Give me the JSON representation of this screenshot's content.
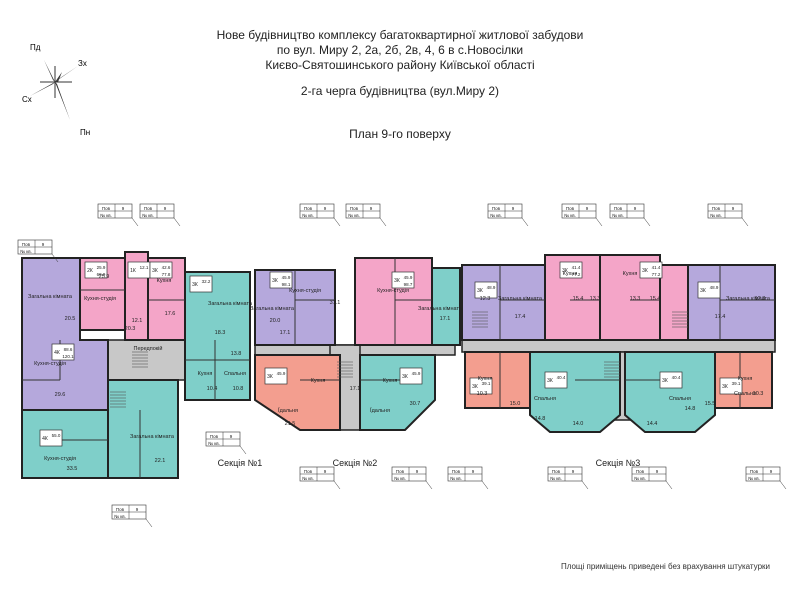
{
  "header": {
    "lines": [
      "Нове будівництво комплексу багатоквартирної житлової забудови",
      "по вул. Миру 2, 2а, 2б, 2в, 4, 6 в с.Новосілки",
      "Києво-Святошинського району Київської області"
    ],
    "subtitle": "2-га черга будівництва (вул.Миру 2)",
    "plan_title": "План 9-го поверху"
  },
  "compass": {
    "n": "Пд",
    "e": "Зх",
    "w": "Сх",
    "s": "Пн"
  },
  "footer_note": "Площі приміщень приведені без врахування штукатурки",
  "sections": [
    "Секція №1",
    "Секція №2",
    "Секція №3"
  ],
  "callout": {
    "floor_label": "Пов",
    "apt_label": "№ кв.",
    "floor": "9"
  },
  "colors": {
    "pink": "#f4a5c8",
    "purple": "#b5a8dc",
    "teal": "#7fcfc9",
    "coral": "#f39e8f",
    "core": "#c8c8c8",
    "wall": "#222222"
  },
  "apartments": [
    {
      "id": "a1",
      "color": "pink",
      "rooms": "2К",
      "area": "69.9",
      "living": "25.9"
    },
    {
      "id": "a2",
      "color": "pink",
      "rooms": "1К",
      "area": "",
      "living": "12.1"
    },
    {
      "id": "a3",
      "color": "pink",
      "rooms": "3К",
      "area": "77.8",
      "living": "42.6"
    },
    {
      "id": "a4",
      "color": "teal",
      "rooms": "3К",
      "area": "",
      "living": "32.2"
    },
    {
      "id": "a5",
      "color": "purple",
      "rooms": "4К",
      "area": "120.1",
      "living": "88.6"
    },
    {
      "id": "a6",
      "color": "teal",
      "rooms": "4К",
      "area": "",
      "living": "55.0"
    },
    {
      "id": "a7",
      "color": "purple",
      "rooms": "3К",
      "area": "98.1",
      "living": "45.9"
    },
    {
      "id": "a8",
      "color": "pink",
      "rooms": "3К",
      "area": "98.7",
      "living": "45.9"
    },
    {
      "id": "a9",
      "color": "coral",
      "rooms": "3К",
      "area": "",
      "living": "45.9"
    },
    {
      "id": "a10",
      "color": "teal",
      "rooms": "3К",
      "area": "",
      "living": "45.9"
    },
    {
      "id": "a11",
      "color": "purple",
      "rooms": "3К",
      "area": "",
      "living": "48.9"
    },
    {
      "id": "a12",
      "color": "pink",
      "rooms": "3К",
      "area": "77.2",
      "living": "41.4"
    },
    {
      "id": "a13",
      "color": "pink",
      "rooms": "3К",
      "area": "77.2",
      "living": "41.4"
    },
    {
      "id": "a14",
      "color": "purple",
      "rooms": "3К",
      "area": "",
      "living": "48.9"
    },
    {
      "id": "a15",
      "color": "coral",
      "rooms": "3К",
      "area": "",
      "living": "39.1"
    },
    {
      "id": "a16",
      "color": "teal",
      "rooms": "3К",
      "area": "",
      "living": "40.4"
    },
    {
      "id": "a17",
      "color": "teal",
      "rooms": "3К",
      "area": "",
      "living": "40.4"
    },
    {
      "id": "a18",
      "color": "coral",
      "rooms": "3К",
      "area": "",
      "living": "39.1"
    }
  ],
  "room_labels": [
    {
      "text": "Загальна кімната",
      "apt": "a5"
    },
    {
      "text": "Кухня-студія",
      "apt": "a1"
    },
    {
      "text": "Кухня",
      "apt": "a2"
    },
    {
      "text": "Кухня-студія",
      "apt": "a5"
    },
    {
      "text": "Кухня-студія",
      "apt": "a6"
    },
    {
      "text": "Загальна кімната",
      "apt": "a6"
    },
    {
      "text": "Загальна кімната",
      "apt": "a4"
    },
    {
      "text": "Кухня",
      "apt": "a4"
    },
    {
      "text": "Спальня",
      "apt": "a4"
    },
    {
      "text": "Передпокій",
      "apt": "core"
    },
    {
      "text": "Кухня-студія",
      "apt": "a7"
    },
    {
      "text": "Кухня-студія",
      "apt": "a8"
    },
    {
      "text": "Загальна кімната",
      "apt": "a7"
    },
    {
      "text": "Загальна кімната",
      "apt": "a10"
    },
    {
      "text": "Їдальня",
      "apt": "a9"
    },
    {
      "text": "Кухня",
      "apt": "a9"
    },
    {
      "text": "Кухня",
      "apt": "a10"
    },
    {
      "text": "Їдальня",
      "apt": "a10"
    },
    {
      "text": "Загальна кімната",
      "apt": "a11"
    },
    {
      "text": "Кухня",
      "apt": "a12"
    },
    {
      "text": "Кухня",
      "apt": "a13"
    },
    {
      "text": "Загальна кімната",
      "apt": "a14"
    },
    {
      "text": "Кухня",
      "apt": "a15"
    },
    {
      "text": "Спальня",
      "apt": "a16"
    },
    {
      "text": "Спальня",
      "apt": "a17"
    },
    {
      "text": "Кухня",
      "apt": "a18"
    },
    {
      "text": "Спальня",
      "apt": "a18"
    }
  ],
  "room_areas": [
    "20.5",
    "25.9",
    "20.3",
    "12.1",
    "17.6",
    "18.3",
    "13.8",
    "10.4",
    "10.8",
    "29.6",
    "33.5",
    "22.1",
    "20.0",
    "17.1",
    "31.1",
    "17.1",
    "21.5",
    "17.1",
    "30.7",
    "12.3",
    "17.4",
    "15.4",
    "13.3",
    "13.3",
    "15.4",
    "17.4",
    "12.3",
    "10.3",
    "15.0",
    "14.8",
    "14.0",
    "14.4",
    "14.8",
    "15.5",
    "10.3"
  ]
}
